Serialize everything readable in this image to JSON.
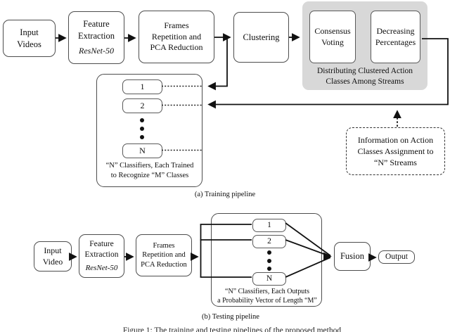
{
  "colors": {
    "panel_gray": "#d8d8d8",
    "box_border": "#4d4d4d",
    "line_black": "#111111",
    "background": "#ffffff"
  },
  "training": {
    "input_videos": "Input\nVideos",
    "feature_extraction": "Feature\nExtraction",
    "resnet": "ResNet-50",
    "frames": "Frames\nRepetition and\nPCA Reduction",
    "clustering": "Clustering",
    "consensus_voting": "Consensus\nVoting",
    "decreasing_percentages": "Decreasing\nPercentages",
    "panel_label": "Distributing Clustered Action\nClasses Among Streams",
    "classifier_nodes": [
      "1",
      "2",
      "N"
    ],
    "classifiers_label": "“N” Classifiers, Each Trained\nto Recognize “M” Classes",
    "info_box": "Information on Action\nClasses Assignment to\n“N” Streams",
    "caption": "(a) Training pipeline"
  },
  "testing": {
    "input_video": "Input\nVideo",
    "feature_extraction": "Feature\nExtraction",
    "resnet": "ResNet-50",
    "frames": "Frames\nRepetition and\nPCA Reduction",
    "classifier_nodes": [
      "1",
      "2",
      "N"
    ],
    "classifiers_label": "“N” Classifiers, Each Outputs\na Probability Vector of Length “M”",
    "fusion": "Fusion",
    "output": "Output",
    "caption": "(b) Testing pipeline"
  },
  "figure_caption": "Figure 1: The training and testing pipelines of the proposed method"
}
